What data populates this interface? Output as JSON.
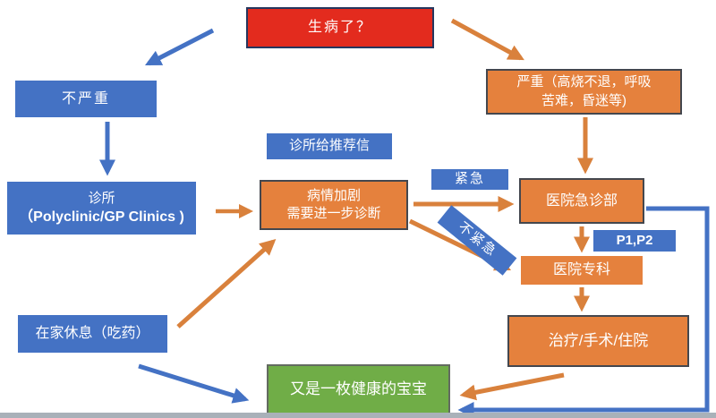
{
  "colors": {
    "blue": "#4472C4",
    "orange": "#E5813D",
    "orange_arrow": "#D9813C",
    "red": "#E32B1E",
    "green": "#70AD47",
    "dark_border": "#44474E",
    "red_border": "#26365E",
    "green_border": "#636B60"
  },
  "nodes": {
    "sick": {
      "text": "生病了？"
    },
    "not_serious": {
      "text": "不严重"
    },
    "serious": {
      "line1": "严重（高烧不退，呼吸",
      "line2": "苦难，昏迷等)"
    },
    "clinic": {
      "line1": "诊所",
      "line2": "（Polyclinic/GP Clinics )"
    },
    "referral": {
      "text": "诊所给推荐信"
    },
    "worsen": {
      "line1": "病情加剧",
      "line2": "需要进一步诊断"
    },
    "urgent": {
      "text": "紧急"
    },
    "not_urgent": {
      "text": "不紧急"
    },
    "emergency": {
      "text": "医院急诊部"
    },
    "p1p2": {
      "text": "P1,P2"
    },
    "specialist": {
      "text": "医院专科"
    },
    "treatment": {
      "text": "治疗/手术/住院"
    },
    "rest_home": {
      "text": "在家休息（吃药）"
    },
    "healthy": {
      "text": "又是一枚健康的宝宝"
    }
  }
}
